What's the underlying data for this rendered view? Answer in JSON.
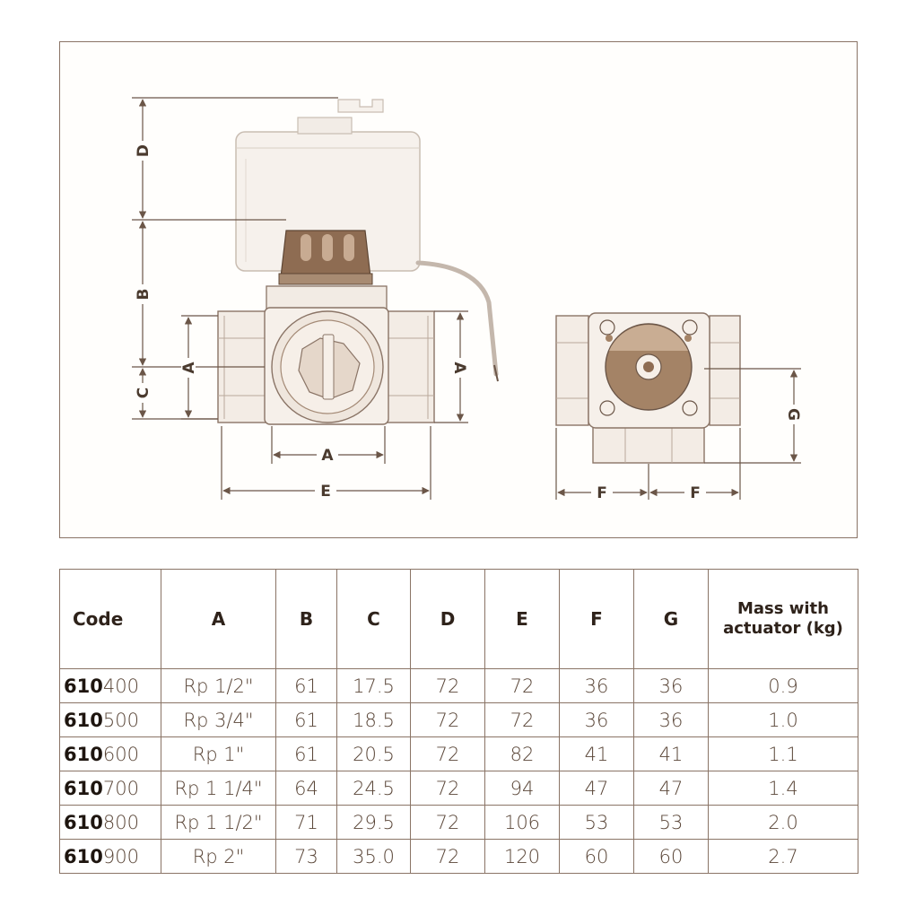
{
  "drawing": {
    "dimension_labels": {
      "D": "D",
      "B": "B",
      "C": "C",
      "A_left": "A",
      "A_right": "A",
      "A_bottom": "A",
      "E": "E",
      "F_left": "F",
      "F_right": "F",
      "G": "G"
    },
    "colors": {
      "frame": "#8a7466",
      "line": "#6b5648",
      "brass": "#a48366",
      "body_fill": "#f6f1ec",
      "knob": "#8e6c52"
    }
  },
  "table": {
    "headers": {
      "code": "Code",
      "a": "A",
      "b": "B",
      "c": "C",
      "d": "D",
      "e": "E",
      "f": "F",
      "g": "G",
      "mass_line1": "Mass with",
      "mass_line2": "actuator (kg)"
    },
    "rows": [
      {
        "code_prefix": "610",
        "code_suffix": "400",
        "a": "Rp 1/2\"",
        "b": "61",
        "c": "17.5",
        "d": "72",
        "e": "72",
        "f": "36",
        "g": "36",
        "mass": "0.9"
      },
      {
        "code_prefix": "610",
        "code_suffix": "500",
        "a": "Rp 3/4\"",
        "b": "61",
        "c": "18.5",
        "d": "72",
        "e": "72",
        "f": "36",
        "g": "36",
        "mass": "1.0"
      },
      {
        "code_prefix": "610",
        "code_suffix": "600",
        "a": "Rp 1\"",
        "b": "61",
        "c": "20.5",
        "d": "72",
        "e": "82",
        "f": "41",
        "g": "41",
        "mass": "1.1"
      },
      {
        "code_prefix": "610",
        "code_suffix": "700",
        "a": "Rp 1 1/4\"",
        "b": "64",
        "c": "24.5",
        "d": "72",
        "e": "94",
        "f": "47",
        "g": "47",
        "mass": "1.4"
      },
      {
        "code_prefix": "610",
        "code_suffix": "800",
        "a": "Rp 1 1/2\"",
        "b": "71",
        "c": "29.5",
        "d": "72",
        "e": "106",
        "f": "53",
        "g": "53",
        "mass": "2.0"
      },
      {
        "code_prefix": "610",
        "code_suffix": "900",
        "a": "Rp 2\"",
        "b": "73",
        "c": "35.0",
        "d": "72",
        "e": "120",
        "f": "60",
        "g": "60",
        "mass": "2.7"
      }
    ]
  }
}
